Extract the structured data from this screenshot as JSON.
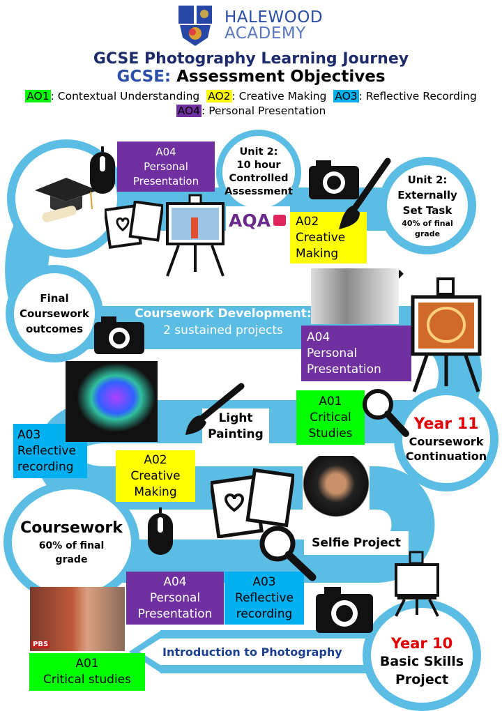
{
  "school": {
    "name_line1": "HALEWOOD",
    "name_line2": "ACADEMY"
  },
  "title": "GCSE Photography Learning Journey",
  "subtitle_prefix": "GCSE:",
  "subtitle_rest": " Assessment Objectives",
  "legend": [
    {
      "code": "AO1",
      "label": ": Contextual Understanding",
      "color": "#00ff00"
    },
    {
      "code": "AO2",
      "label": ": Creative Making",
      "color": "#ffff00"
    },
    {
      "code": "AO3",
      "label": ": Reflective Recording",
      "color": "#00b0f0"
    },
    {
      "code": "AO4",
      "label": ": Personal Presentation",
      "color": "#7030a0"
    }
  ],
  "circles": {
    "unit2_controlled": [
      "Unit 2:",
      "10 hour",
      "Controlled",
      "Assessment"
    ],
    "unit2_est": {
      "l1": "Unit 2:",
      "l2": "Externally",
      "l3": "Set Task",
      "l4": "40% of final",
      "l5": "grade"
    },
    "final": [
      "Final",
      "Coursework",
      "outcomes"
    ],
    "year11": {
      "year": "Year 11",
      "l1": "Coursework",
      "l2": "Continuation"
    },
    "coursework": {
      "l1": "Coursework",
      "l2": "60% of final",
      "l3": "grade"
    },
    "year10": {
      "year": "Year 10",
      "l1": "Basic Skills",
      "l2": "Project"
    }
  },
  "road_labels": {
    "dev_l1": "Coursework Development:",
    "dev_l2": "2 sustained projects",
    "intro": "Introduction to Photography"
  },
  "boxes": {
    "a04_top": [
      "A04",
      "Personal",
      "Presentation"
    ],
    "a02_top": [
      "A02",
      "Creative",
      "Making"
    ],
    "a04_mid": [
      "A04",
      "Personal",
      "Presentation"
    ],
    "light": [
      "Light",
      "Painting"
    ],
    "a01_mid": [
      "A01",
      "Critical",
      "Studies"
    ],
    "a03_left": [
      "A03",
      "Reflective",
      "recording"
    ],
    "a02_mid": [
      "A02",
      "Creative",
      "Making"
    ],
    "selfie": "Selfie Project",
    "a04_bot": [
      "A04",
      "Personal",
      "Presentation"
    ],
    "a03_bot": [
      "A03",
      "Reflective",
      "recording"
    ],
    "a01_bot": [
      "A01",
      "Critical studies"
    ]
  },
  "aqa": "AQA",
  "pbs": "PBS",
  "colors": {
    "road": "#5bbde4",
    "navy": "#1d2b6b",
    "red": "#e00000"
  }
}
